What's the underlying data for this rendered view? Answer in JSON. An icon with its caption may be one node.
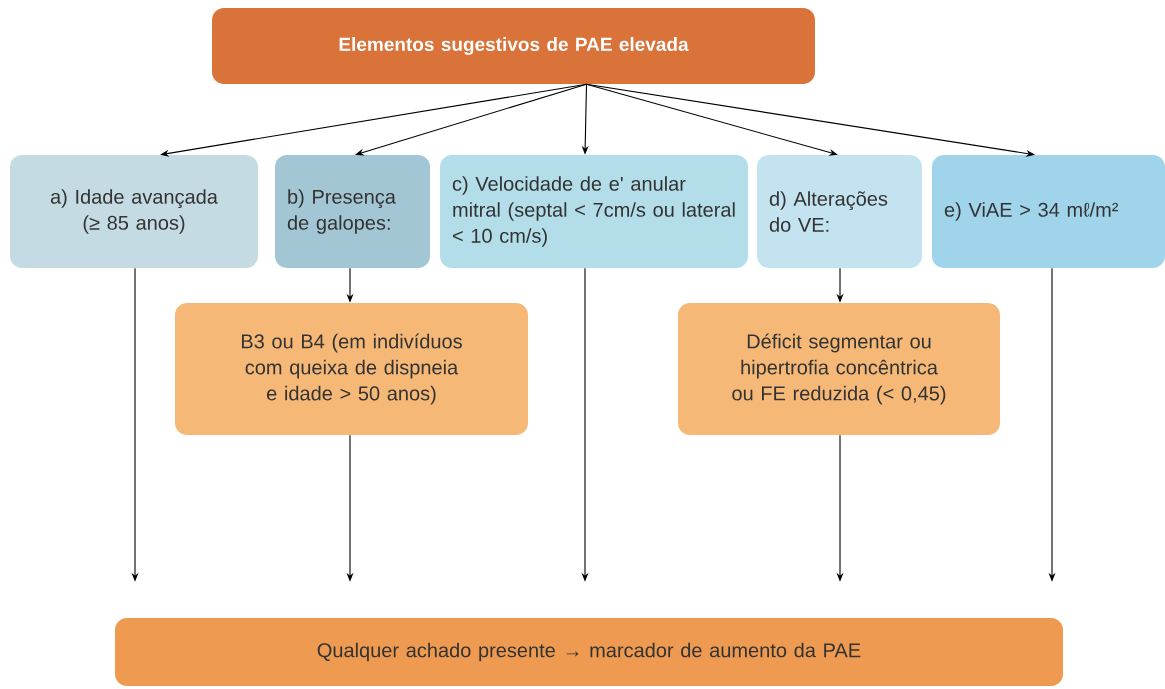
{
  "diagram": {
    "nodes": [
      {
        "text": [
          "Elementos sugestivos de PAE elevada"
        ]
      },
      {
        "text": [
          "a) Idade avançada (≥ 85 anos)"
        ]
      },
      {
        "text": [
          "b) Presença de galopes:"
        ]
      },
      {
        "text": [
          "c) Velocidade de e' anular mitral (septal < 7cm/s ou lateral < 10 cm/s)"
        ]
      },
      {
        "text": [
          "d) Alterações do VE:"
        ]
      },
      {
        "text": [
          "e) ViAE > 34 mℓ/m²"
        ]
      },
      {
        "text": [
          "B3 ou B4 (em indivíduos com queixa de dispneia e idade > 50 anos)"
        ]
      },
      {
        "text": [
          "Déficit segmentar ou hipertrofia concêntrica ou FE reduzida (< 0,45)"
        ]
      },
      {
        "text": [
          "Qualquer achado presente → marcador de aumento da PAE"
        ]
      }
    ],
    "edges": [
      {
        "from": 0,
        "to": 1,
        "arrow": "to"
      },
      {
        "from": 0,
        "to": 2,
        "arrow": "to"
      },
      {
        "from": 0,
        "to": 3,
        "arrow": "to"
      },
      {
        "from": 0,
        "to": 4,
        "arrow": "to"
      },
      {
        "from": 0,
        "to": 5,
        "arrow": "to"
      },
      {
        "from": 1,
        "to": 8,
        "arrow": "to"
      },
      {
        "from": 2,
        "to": 6,
        "arrow": "to"
      },
      {
        "from": 6,
        "to": 8,
        "arrow": "to"
      },
      {
        "from": 3,
        "to": 8,
        "arrow": "to"
      },
      {
        "from": 4,
        "to": 7,
        "arrow": "to"
      },
      {
        "from": 7,
        "to": 8,
        "arrow": "to"
      },
      {
        "from": 5,
        "to": 8,
        "arrow": "to"
      }
    ]
  }
}
